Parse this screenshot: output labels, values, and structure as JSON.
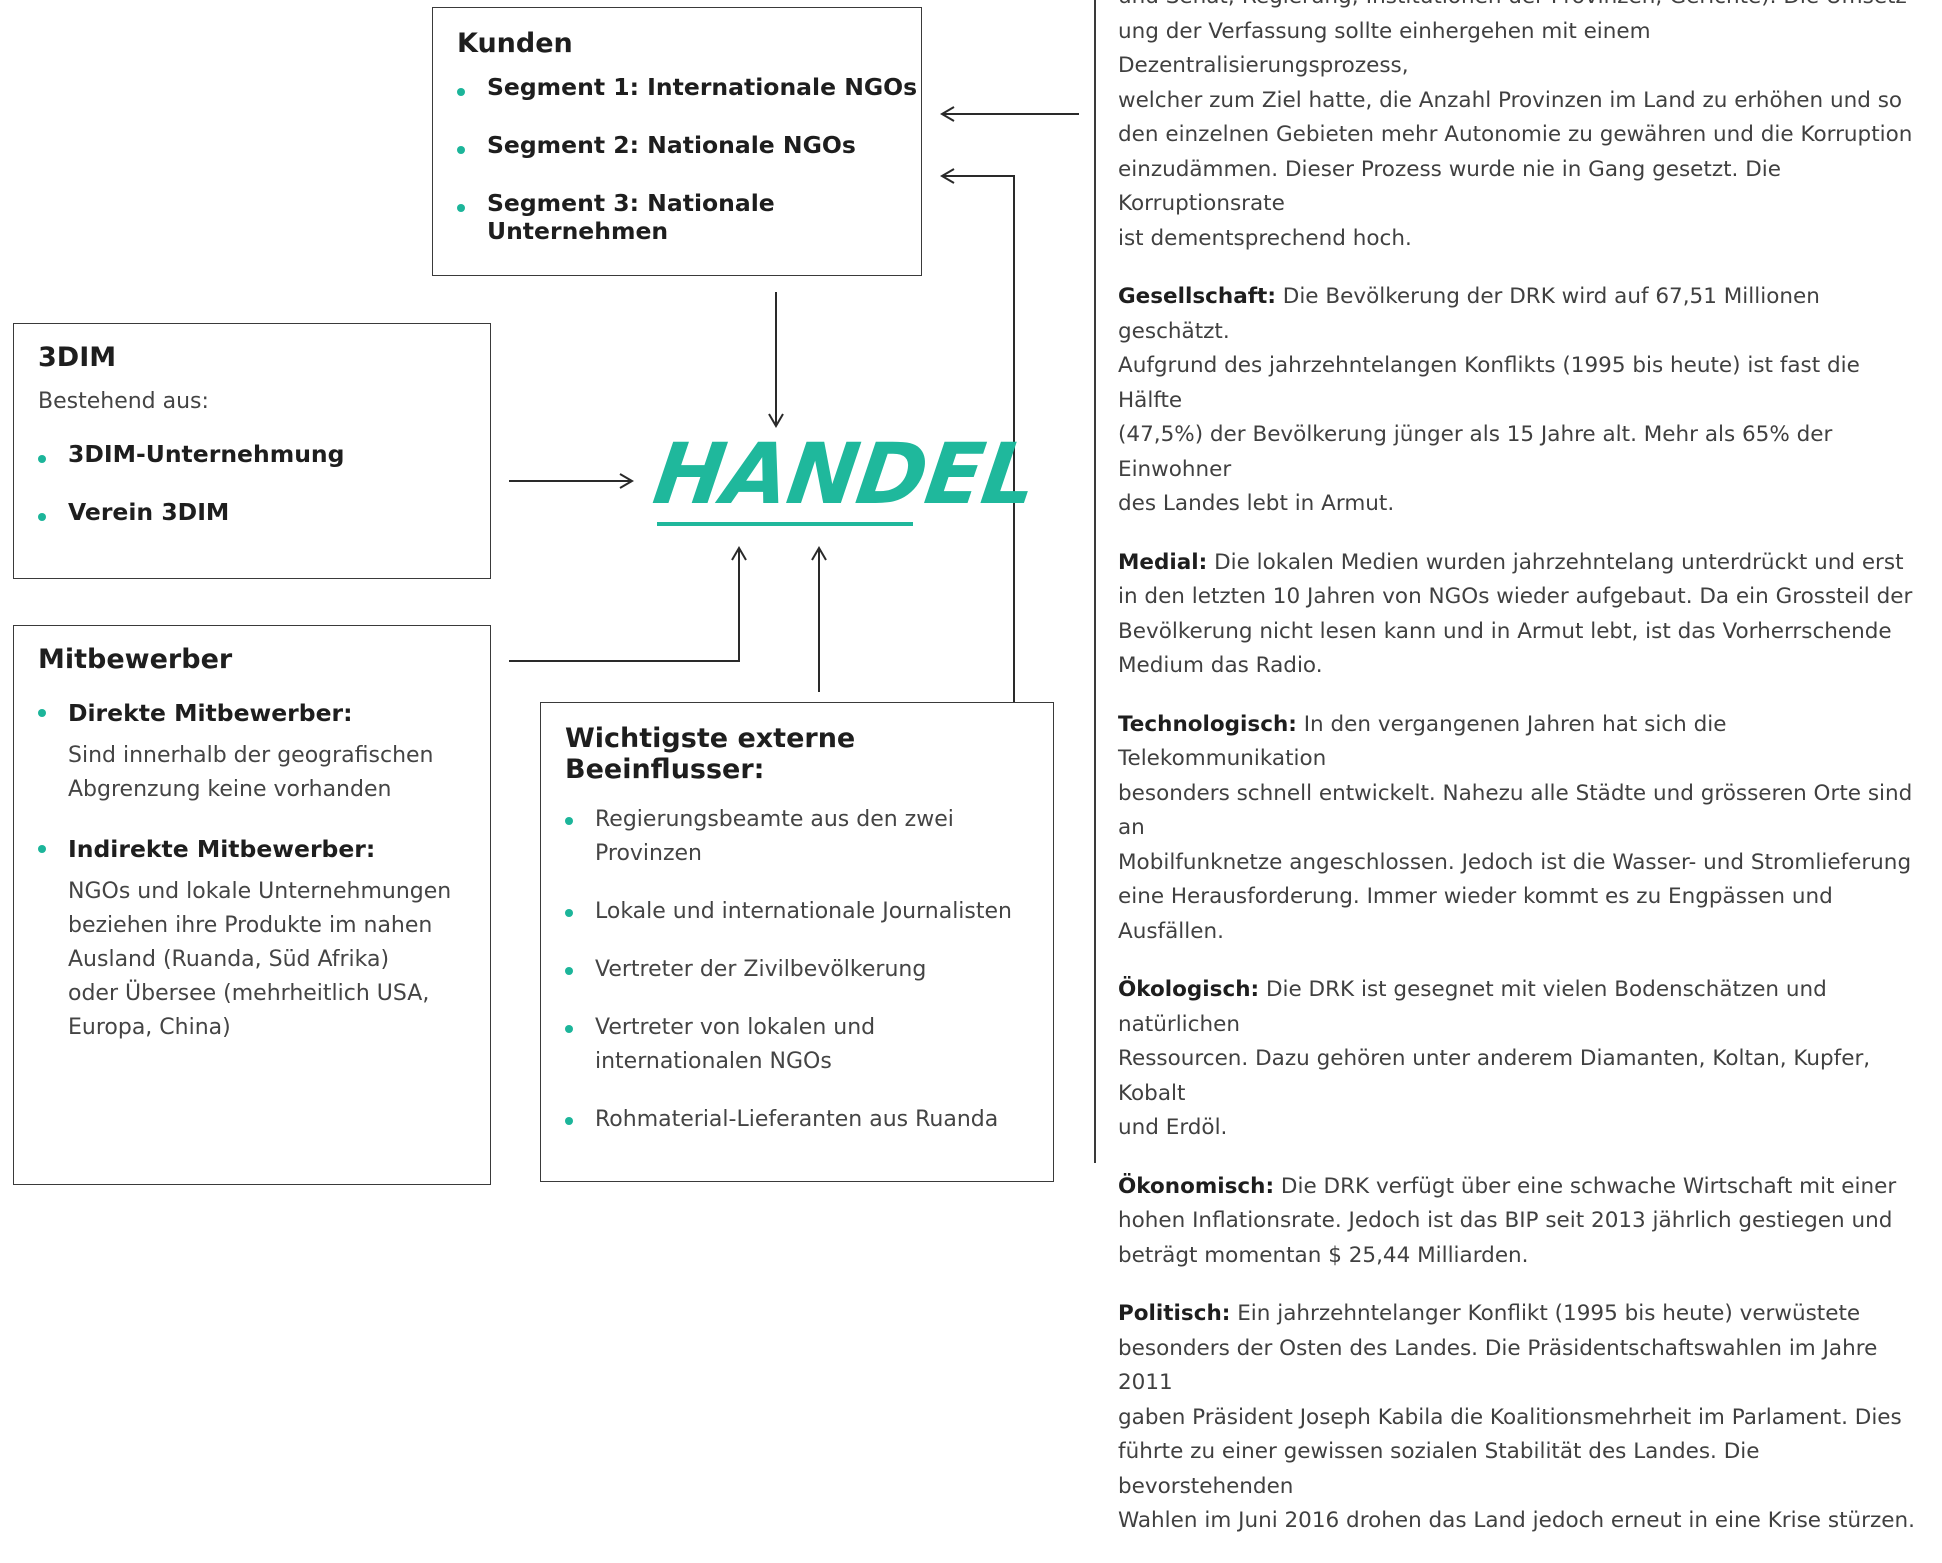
{
  "center": {
    "label": "HANDEL"
  },
  "kunden": {
    "title": "Kunden",
    "items": [
      "Segment 1: Internationale NGOs",
      "Segment 2: Nationale NGOs",
      "Segment 3: Nationale Unternehmen"
    ]
  },
  "dim": {
    "title": "3DIM",
    "subtitle": "Bestehend aus:",
    "items": [
      "3DIM-Unternehmung",
      "Verein 3DIM"
    ]
  },
  "mitbewerber": {
    "title": "Mitbewerber",
    "items": [
      {
        "label": "Direkte Mitbewerber:",
        "lines": [
          "Sind innerhalb der geografischen",
          "Abgrenzung keine vorhanden"
        ]
      },
      {
        "label": "Indirekte Mitbewerber:",
        "lines": [
          "NGOs und lokale Unternehmungen",
          "beziehen ihre Produkte im nahen",
          "Ausland (Ruanda, Süd Afrika)",
          "oder Übersee (mehrheitlich USA,",
          "Europa, China)"
        ]
      }
    ]
  },
  "beeinflusser": {
    "title": "Wichtigste externe Beeinflusser:",
    "items": [
      [
        "Regierungsbeamte aus den zwei Provinzen"
      ],
      [
        "Lokale und internationale Journalisten"
      ],
      [
        "Vertreter der Zivilbevölkerung"
      ],
      [
        "Vertreter von lokalen und",
        "internationalen NGOs"
      ],
      [
        "Rohmaterial-Lieferanten aus Ruanda"
      ]
    ]
  },
  "pest": [
    {
      "label": "",
      "lines": [
        "und Senat; Regierung; Institutionen der Provinzen; Gerichte). Die Umsetz-",
        "ung der Verfassung sollte einhergehen mit einem Dezentralisierungsprozess,",
        "welcher zum Ziel hatte, die Anzahl Provinzen im Land zu erhöhen und so",
        "den einzelnen Gebieten mehr Autonomie zu gewähren und die Korruption",
        "einzudämmen. Dieser Prozess wurde nie in Gang gesetzt. Die Korruptionsrate",
        "ist dementsprechend hoch."
      ]
    },
    {
      "label": "Gesellschaft:",
      "lines": [
        "Die Bevölkerung der DRK wird auf 67,51 Millionen geschätzt.",
        "Aufgrund des jahrzehntelangen Konflikts (1995 bis heute) ist fast die Hälfte",
        "(47,5%) der Bevölkerung jünger als 15 Jahre alt. Mehr als 65% der Einwohner",
        "des Landes lebt in Armut."
      ]
    },
    {
      "label": "Medial:",
      "lines": [
        "Die lokalen Medien wurden jahrzehntelang unterdrückt und erst",
        "in den letzten 10 Jahren von NGOs wieder aufgebaut. Da ein Grossteil der",
        "Bevölkerung nicht lesen kann und in Armut lebt, ist das Vorherrschende",
        "Medium das Radio."
      ]
    },
    {
      "label": "Technologisch:",
      "lines": [
        "In den vergangenen Jahren hat sich die Telekommunikation",
        "besonders schnell entwickelt. Nahezu alle Städte und grösseren Orte sind an",
        "Mobilfunknetze angeschlossen. Jedoch ist die Wasser- und Stromlieferung",
        "eine Herausforderung. Immer wieder kommt es zu Engpässen und Ausfällen."
      ]
    },
    {
      "label": "Ökologisch:",
      "lines": [
        "Die DRK ist gesegnet mit vielen Bodenschätzen und natürlichen",
        "Ressourcen. Dazu gehören unter anderem Diamanten, Koltan, Kupfer, Kobalt",
        "und Erdöl."
      ]
    },
    {
      "label": "Ökonomisch:",
      "lines": [
        "Die DRK verfügt über eine schwache Wirtschaft mit einer",
        "hohen Inflationsrate. Jedoch ist das BIP seit 2013 jährlich gestiegen und",
        "beträgt momentan $ 25,44 Milliarden."
      ]
    },
    {
      "label": "Politisch:",
      "lines": [
        "Ein jahrzehntelanger Konflikt (1995 bis heute) verwüstete",
        "besonders der Osten des Landes. Die Präsidentschaftswahlen im Jahre 2011",
        "gaben Präsident Joseph Kabila die Koalitionsmehrheit im Parlament. Dies",
        "führte zu einer gewissen sozialen Stabilität des Landes. Die bevorstehenden",
        "Wahlen im Juni 2016 drohen das Land jedoch erneut in eine Krise stürzen."
      ]
    }
  ]
}
